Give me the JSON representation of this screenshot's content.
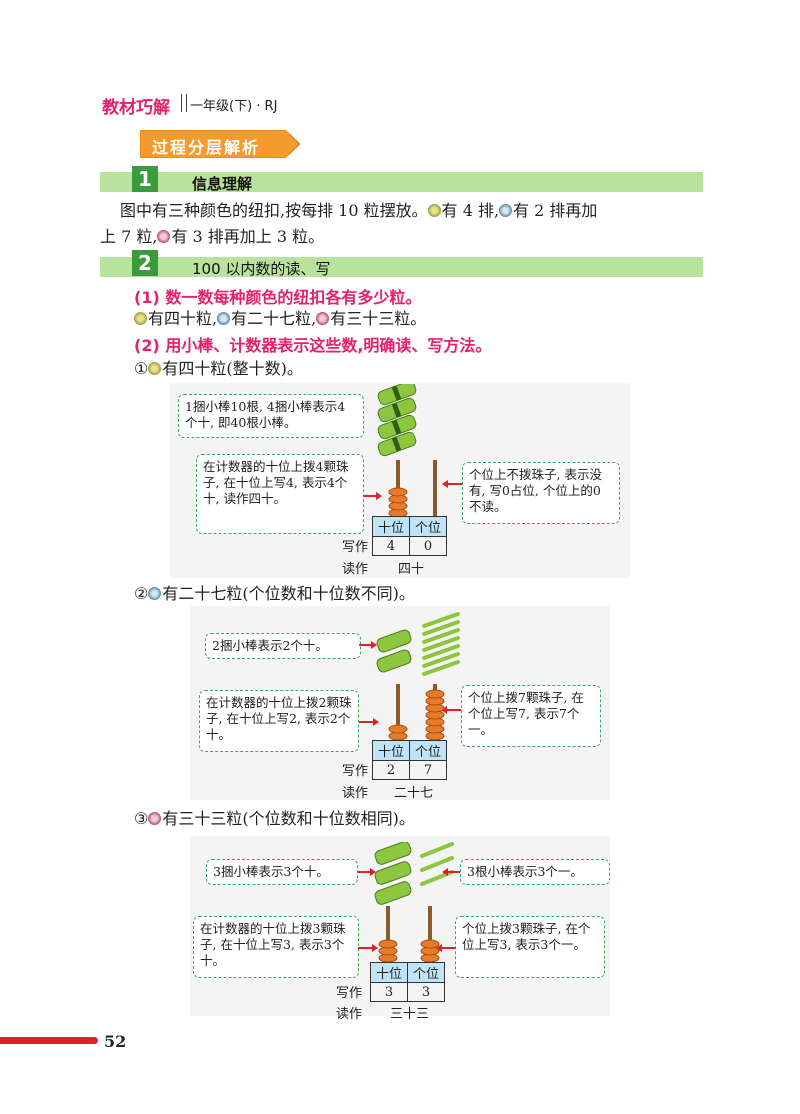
{
  "header": {
    "brand": "教材巧解",
    "subtitle": "一年级(下) · RJ"
  },
  "banner": "过程分层解析",
  "section1": {
    "number": "1",
    "title": "信息理解",
    "text_l1a": "图中有三种颜色的纽扣,按每排 10 粒摆放。",
    "text_l1b": "有 4 排,",
    "text_l1c": "有 2 排再加",
    "text_l2a": "上 7 粒,",
    "text_l2b": "有 3 排再加上 3 粒。"
  },
  "section2": {
    "number": "2",
    "title": "100 以内数的读、写",
    "q1": "(1) 数一数每种颜色的纽扣各有多少粒。",
    "a1a": "有四十粒,",
    "a1b": "有二十七粒,",
    "a1c": "有三十三粒。",
    "q2": "(2) 用小棒、计数器表示这些数,明确读、写方法。"
  },
  "examples": [
    {
      "marker": "①",
      "caption": "有四十粒(整十数)。",
      "note_top_left": "1捆小棒10根, 4捆小棒表示4个十, 即40根小棒。",
      "note_left": "在计数器的十位上拨4颗珠子, 在十位上写4, 表示4个十, 读作四十。",
      "note_right": "个位上不拨珠子, 表示没有, 写0占位, 个位上的0不读。",
      "col_tens": "十位",
      "col_ones": "个位",
      "digit_tens": "4",
      "digit_ones": "0",
      "write_label": "写作",
      "read_label": "读作",
      "read_value": "四十"
    },
    {
      "marker": "②",
      "caption": "有二十七粒(个位数和十位数不同)。",
      "note_top_left": "2捆小棒表示2个十。",
      "note_left": "在计数器的十位上拨2颗珠子, 在十位上写2, 表示2个十。",
      "note_right": "个位上拨7颗珠子, 在个位上写7, 表示7个一。",
      "col_tens": "十位",
      "col_ones": "个位",
      "digit_tens": "2",
      "digit_ones": "7",
      "write_label": "写作",
      "read_label": "读作",
      "read_value": "二十七"
    },
    {
      "marker": "③",
      "caption": "有三十三粒(个位数和十位数相同)。",
      "note_top_left": "3捆小棒表示3个十。",
      "note_top_right": "3根小棒表示3个一。",
      "note_left": "在计数器的十位上拨3颗珠子, 在十位上写3, 表示3个十。",
      "note_right": "个位上拨3颗珠子, 在个位上写3, 表示3个一。",
      "col_tens": "十位",
      "col_ones": "个位",
      "digit_tens": "3",
      "digit_ones": "3",
      "write_label": "写作",
      "read_label": "读作",
      "read_value": "三十三"
    }
  ],
  "page_number": "52",
  "colors": {
    "brand": "#e5216b",
    "green_band": "#b9e39c",
    "badge": "#3a9a3c",
    "note_border": "#39a85a",
    "table_head": "#bfe3f7",
    "page_bar": "#e01f26"
  }
}
